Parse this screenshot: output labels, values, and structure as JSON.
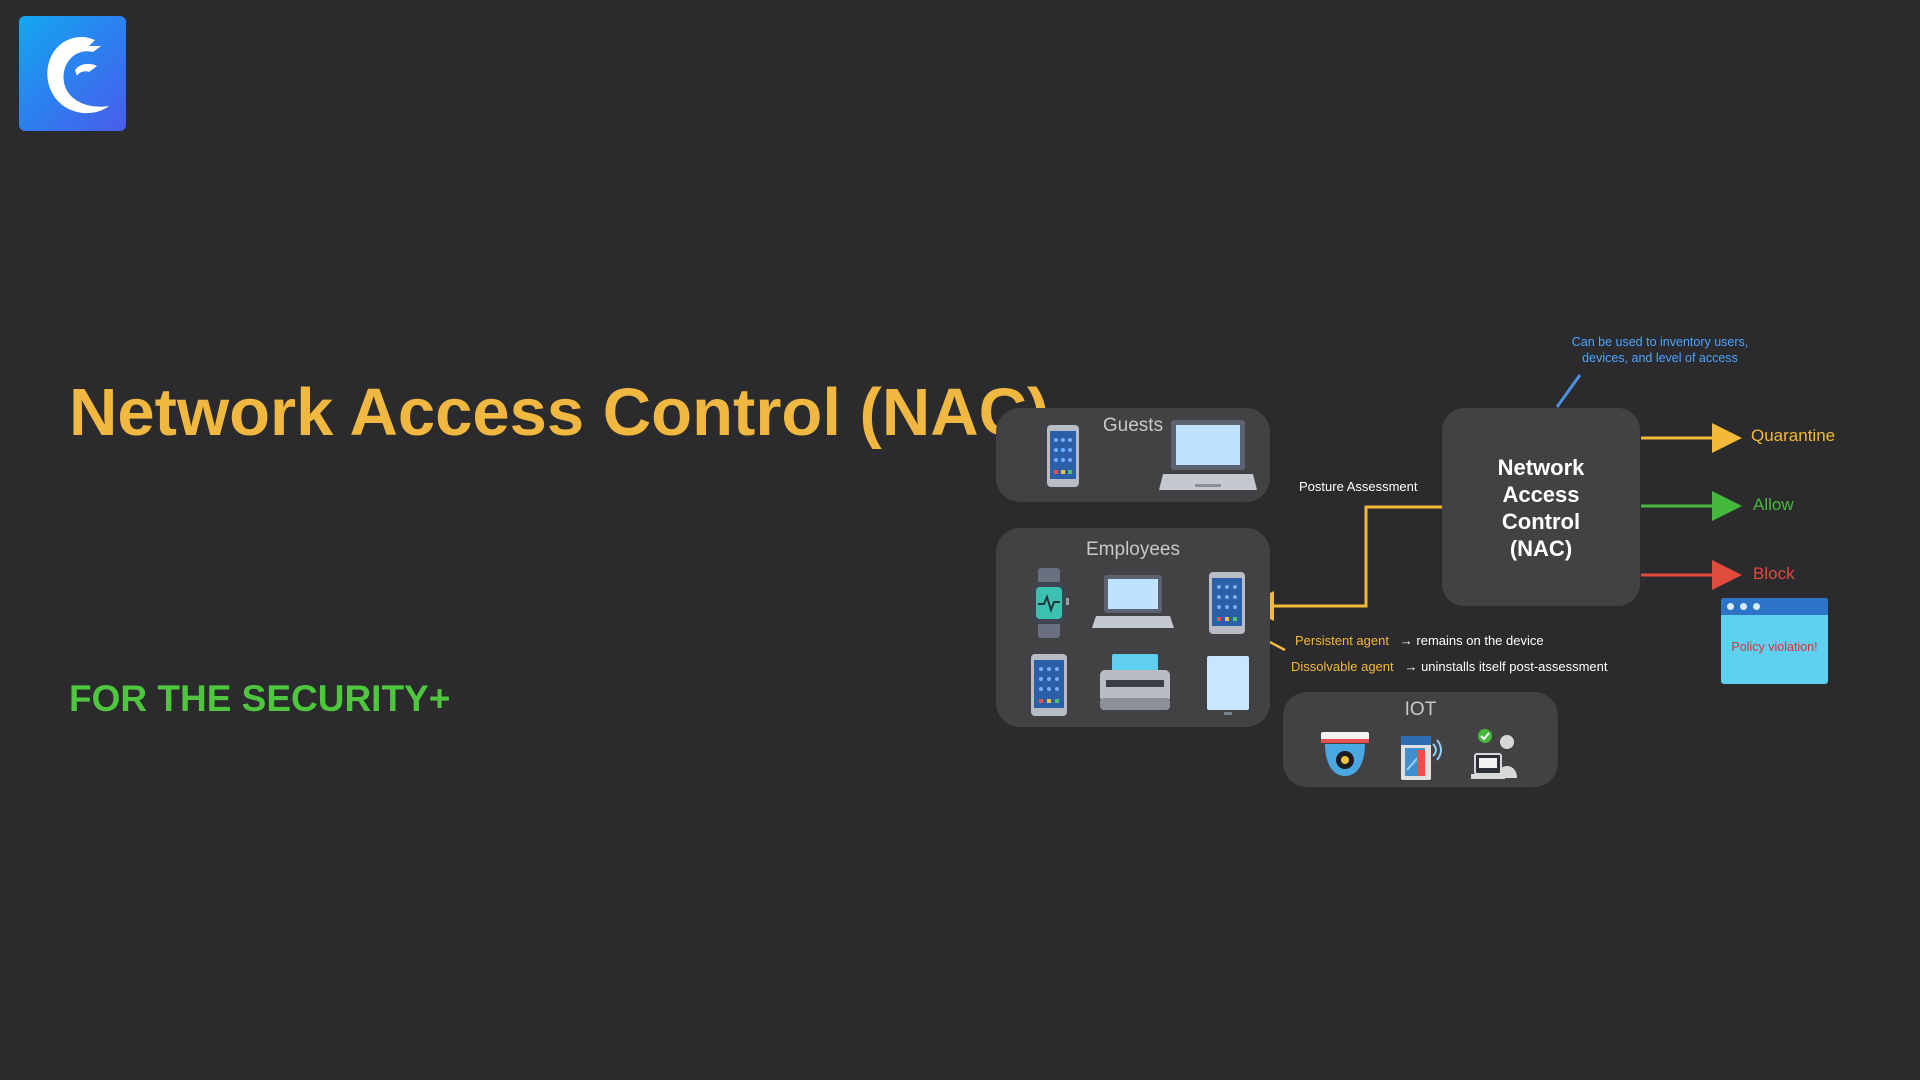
{
  "slide": {
    "title": "Network Access Control (NAC)",
    "subtitle": "FOR THE SECURITY+"
  },
  "diagram": {
    "groups": {
      "guests": "Guests",
      "employees": "Employees",
      "iot": "IOT"
    },
    "nac_box": "Network\nAccess\nControl\n(NAC)",
    "edge_labels": {
      "posture": "Posture Assessment",
      "inventory": "Can be used to inventory users, devices, and level of access"
    },
    "outcomes": {
      "quarantine": "Quarantine",
      "allow": "Allow",
      "block": "Block"
    },
    "agents": [
      {
        "name": "Persistent agent",
        "desc": "→ remains on the device"
      },
      {
        "name": "Dissolvable agent",
        "desc": "→ uninstalls itself post-assessment"
      }
    ],
    "policy_popup": "Policy violation!",
    "colors": {
      "title": "#f0b840",
      "subtitle": "#4ec73f",
      "quarantine": "#f3b938",
      "allow": "#44b93b",
      "block": "#e14b3b",
      "inventory_note": "#4ea4ff"
    },
    "icons": [
      "eagle-logo-icon",
      "smartphone-icon",
      "laptop-icon",
      "smartwatch-icon",
      "tablet-icon",
      "printer-icon",
      "security-camera-icon",
      "smart-meter-icon",
      "pos-terminal-icon"
    ]
  }
}
